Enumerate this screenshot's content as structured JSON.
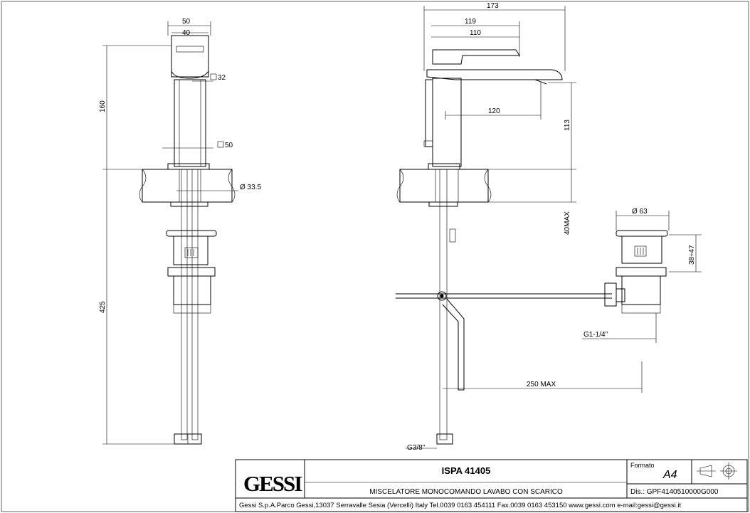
{
  "dimensions": {
    "front_width_outer": "50",
    "front_width_inner": "40",
    "front_square_top": "32",
    "front_height_upper": "160",
    "front_square_base": "50",
    "front_hole_dia": "Ø 33.5",
    "front_height_total": "425",
    "side_total_width": "173",
    "side_width_119": "119",
    "side_width_110": "110",
    "side_spout_reach": "120",
    "side_spout_height": "113",
    "side_counter_max": "40MAX",
    "side_drain_length": "250 MAX",
    "side_inlet_thread": "G3/8\"",
    "waste_dia": "Ø 63",
    "waste_height": "38÷47",
    "waste_thread": "G1-1/4\""
  },
  "title_block": {
    "logo": "GESSI",
    "product_code": "ISPA 41405",
    "description": "MISCELATORE MONOCOMANDO LAVABO CON SCARICO",
    "format_label": "Formato",
    "format_value": "A4",
    "drawing_number": "Dis.: GPF4140510000G000",
    "footer": "Gessi S.p.A.Parco Gessi,13037 Serravalle Sesia (Vercelli) Italy Tel.0039 0163 454111 Fax.0039 0163 453150 www.gessi.com e-mail:gessi@gessi.it"
  },
  "icons": [
    "projection-symbol-icon"
  ]
}
